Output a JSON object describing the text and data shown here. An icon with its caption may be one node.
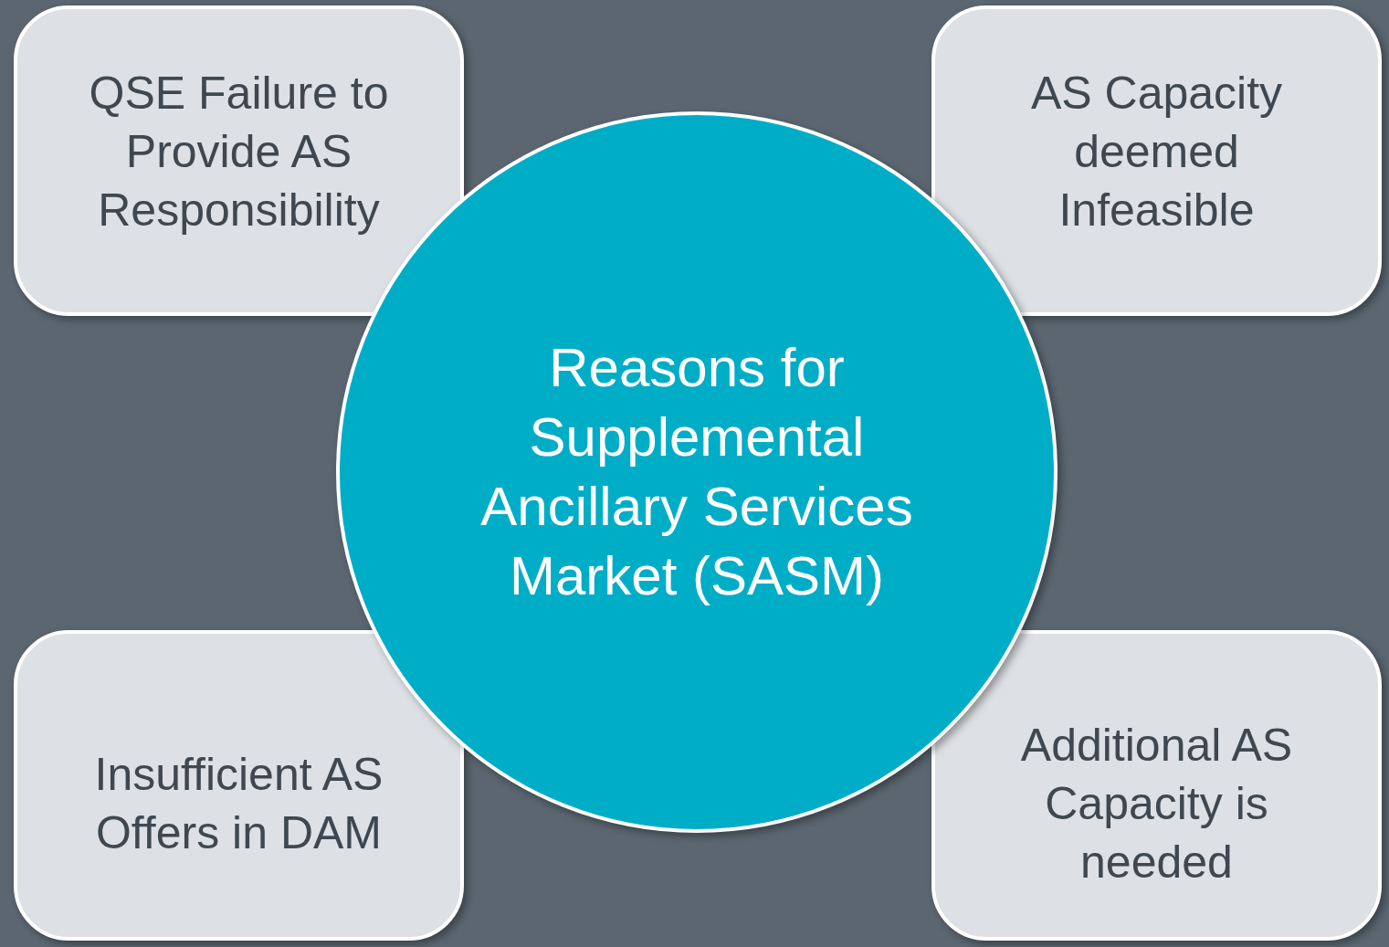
{
  "diagram": {
    "nodes": [
      {
        "text": [
          "QSE Failure to Provide AS Responsibility"
        ]
      },
      {
        "text": [
          "AS Capacity deemed Infeasible"
        ]
      },
      {
        "text": [
          "Reasons for Supplemental Ancillary Services Market (SASM)"
        ]
      },
      {
        "text": [
          "Insufficient AS Offers in DAM"
        ]
      },
      {
        "text": [
          "Additional AS Capacity is needed"
        ]
      }
    ]
  }
}
